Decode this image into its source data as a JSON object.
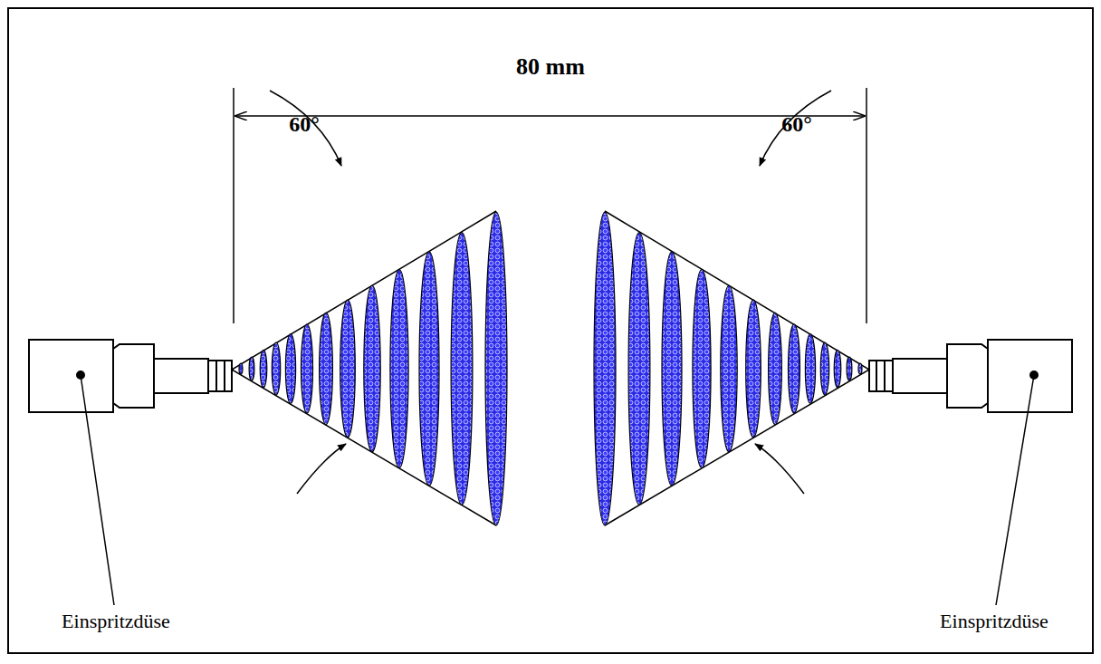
{
  "diagram": {
    "labels": [
      "80 mm",
      "60°",
      "60°",
      "Einspritzdüse",
      "Einspritzdüse"
    ]
  }
}
